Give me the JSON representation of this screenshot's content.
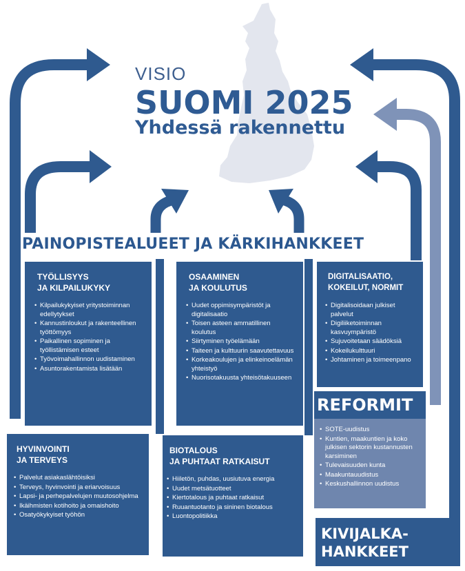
{
  "vision": {
    "label": "VISIO",
    "title": "SUOMI 2025",
    "subtitle": "Yhdessä rakennettu"
  },
  "section_heading": "PAINOPISTEALUEET JA KÄRKIHANKKEET",
  "priority_areas": [
    {
      "title_line1": "TYÖLLISYYS",
      "title_line2": "JA KILPAILUKYKY",
      "items": [
        "Kilpailukykyiset yritystoiminnan edellytykset",
        "Kannustinloukut ja rakenteellinen työttömyys",
        "Paikallinen sopiminen ja työllistämisen esteet",
        "Työvoimahallinnon uudistaminen",
        "Asuntorakentamista lisätään"
      ]
    },
    {
      "title_line1": "OSAAMINEN",
      "title_line2": "JA KOULUTUS",
      "items": [
        "Uudet oppimisympäristöt ja digitalisaatio",
        "Toisen asteen ammatillinen koulutus",
        "Siirtyminen työelämään",
        "Taiteen ja kulttuurin saavutettavuus",
        "Korkeakoulujen ja elinkeinoelämän yhteistyö",
        "Nuorisotakuusta yhteisötakuuseen"
      ]
    },
    {
      "title_line1": "DIGITALISAATIO,",
      "title_line2": "KOKEILUT, NORMIT",
      "items": [
        "Digitalisoidaan julkiset palvelut",
        "Digiliiketoiminnan kasvuympäristö",
        "Sujuvoitetaan säädöksiä",
        "Kokeilukulttuuri",
        "Johtaminen ja toimeenpano"
      ]
    },
    {
      "title_line1": "HYVINVOINTI",
      "title_line2": "JA TERVEYS",
      "items": [
        "Palvelut asiakaslähtöisiksi",
        "Terveys, hyvinvointi ja eriarvoisuus",
        "Lapsi- ja perhepalvelujen muutosohjelma",
        "Ikäihmisten kotihoito ja omaishoito",
        "Osatyökykyiset työhön"
      ]
    },
    {
      "title_line1": "BIOTALOUS",
      "title_line2": "JA PUHTAAT RATKAISUT",
      "items": [
        "Hiiletön, puhdas, uusiutuva energia",
        "Uudet metsätuotteet",
        "Kiertotalous ja puhtaat ratkaisut",
        "Ruuantuotanto ja sininen biotalous",
        "Luontopolitiikka"
      ]
    }
  ],
  "reforms": {
    "title": "REFORMIT",
    "items": [
      "SOTE-uudistus",
      "Kuntien, maakuntien ja koko julkisen sektorin kustannusten karsiminen",
      "Tulevaisuuden kunta",
      "Maakuntauudistus",
      "Keskushallinnon uudistus"
    ]
  },
  "foundation": {
    "title_line1": "KIVIJALKA-",
    "title_line2": "HANKKEET"
  },
  "colors": {
    "primary": "#2f5a8f",
    "reform_box": "#6f86ae",
    "map": "#e3e6ee"
  }
}
